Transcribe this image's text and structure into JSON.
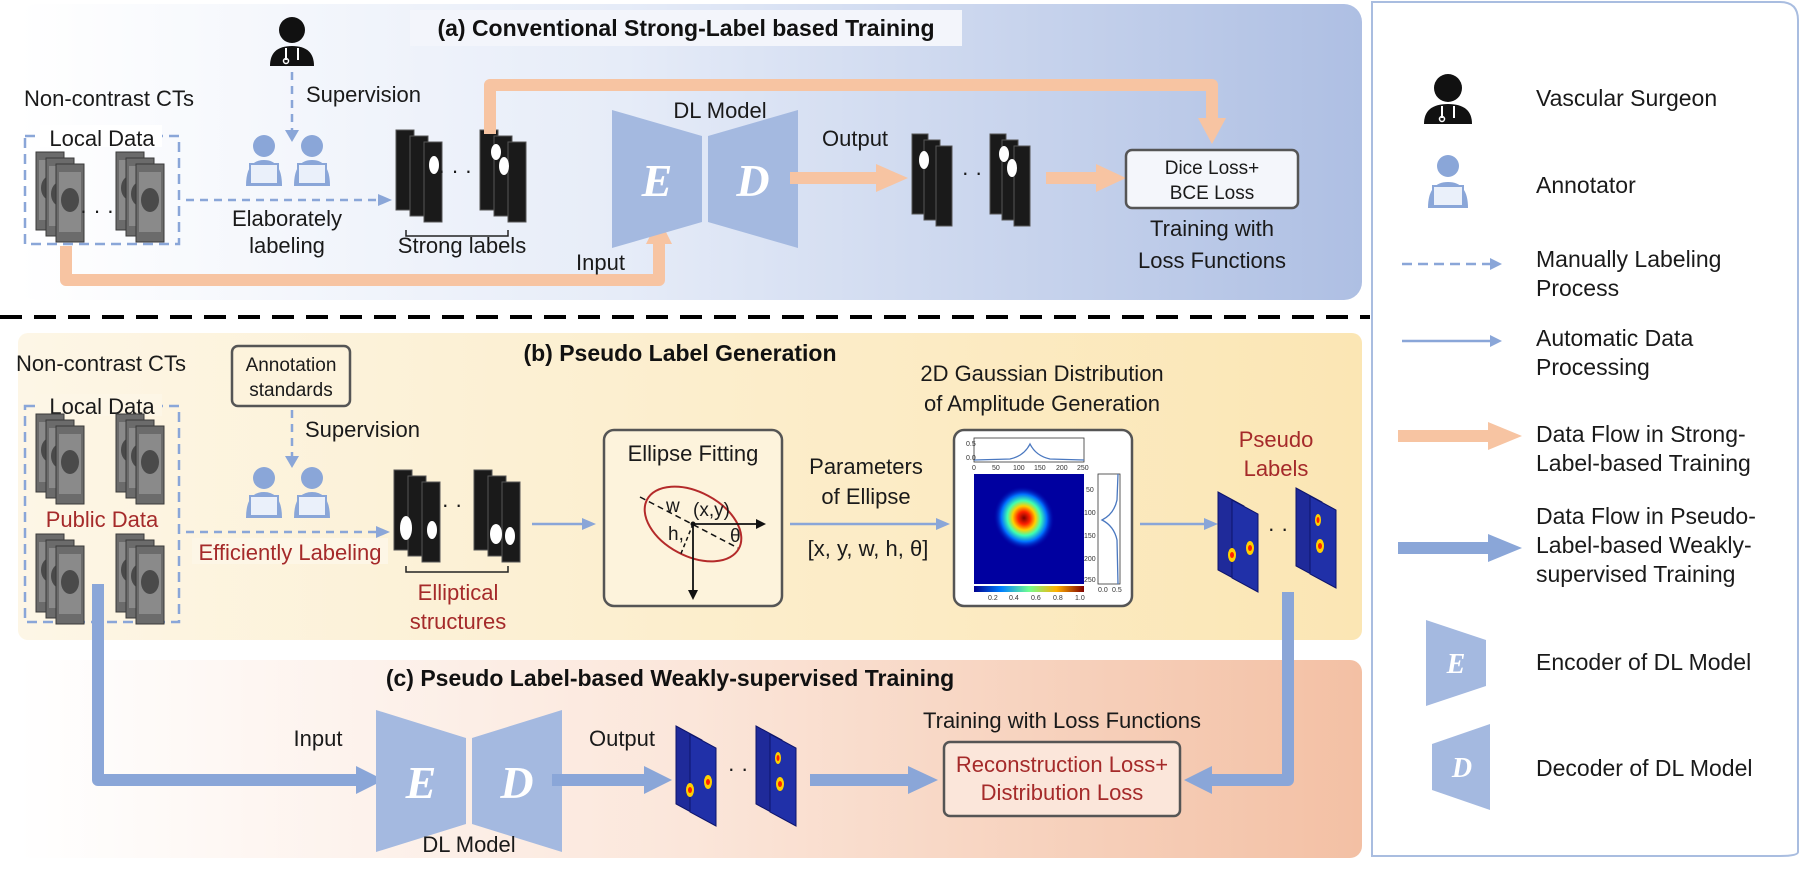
{
  "panels": {
    "a": {
      "title": "(a) Conventional Strong-Label based Training",
      "supervision": "Supervision",
      "labeling_line1": "Elaborately",
      "labeling_line2": "labeling",
      "ct_label": "Non-contrast CTs",
      "local_data": "Local Data",
      "strong_labels": "Strong labels",
      "input": "Input",
      "dl_model": "DL Model",
      "enc_letter": "E",
      "dec_letter": "D",
      "output": "Output",
      "loss_line1": "Dice Loss+",
      "loss_line2": "BCE Loss",
      "training_line1": "Training with",
      "training_line2": "Loss Functions"
    },
    "b": {
      "title": "(b) Pseudo Label Generation",
      "ct_label": "Non-contrast CTs",
      "standards_line1": "Annotation",
      "standards_line2": "standards",
      "supervision": "Supervision",
      "local_data": "Local Data",
      "public_data": "Public Data",
      "efficient_labeling": "Efficiently Labeling",
      "elliptical_line1": "Elliptical",
      "elliptical_line2": "structures",
      "ellipse_fitting": "Ellipse Fitting",
      "ellipse_w": "w",
      "ellipse_xy": "(x,y)",
      "ellipse_h": "h,",
      "ellipse_theta": "θ",
      "params_line1": "Parameters",
      "params_line2": "of Ellipse",
      "params_vector": "[x, y, w, h, θ]",
      "gaussian_line1": "2D Gaussian Distribution",
      "gaussian_line2": "of Amplitude Generation",
      "plot_tick_05": "0.5",
      "plot_tick_00": "0.0",
      "plot_x_0": "0",
      "plot_x_50": "50",
      "plot_x_100": "100",
      "plot_x_150": "150",
      "plot_x_200": "200",
      "plot_x_250": "250",
      "plot_y_50": "50",
      "plot_y_100": "100",
      "plot_y_150": "150",
      "plot_y_200": "200",
      "plot_y_250": "250",
      "plot_side_00": "0.0",
      "plot_side_05": "0.5",
      "plot_cb_02": "0.2",
      "plot_cb_04": "0.4",
      "plot_cb_06": "0.6",
      "plot_cb_08": "0.8",
      "plot_cb_10": "1.0",
      "pseudo_line1": "Pseudo",
      "pseudo_line2": "Labels"
    },
    "c": {
      "title": "(c) Pseudo Label-based Weakly-supervised Training",
      "input": "Input",
      "enc_letter": "E",
      "dec_letter": "D",
      "dl_model": "DL Model",
      "output": "Output",
      "training": "Training with Loss Functions",
      "loss_line1": "Reconstruction Loss+",
      "loss_line2": "Distribution Loss"
    }
  },
  "legend": {
    "surgeon": "Vascular Surgeon",
    "annotator": "Annotator",
    "manual_line1": "Manually Labeling",
    "manual_line2": "Process",
    "auto_line1": "Automatic Data",
    "auto_line2": "Processing",
    "strong_line1": "Data Flow in Strong-",
    "strong_line2": "Label-based Training",
    "pseudo_line1": "Data Flow in Pseudo-",
    "pseudo_line2": "Label-based Weakly-",
    "pseudo_line3": "supervised Training",
    "enc_letter": "E",
    "dec_letter": "D",
    "encoder": "Encoder of DL Model",
    "decoder": "Decoder of DL Model"
  },
  "colors": {
    "manual_flow": "#8aa6d8",
    "strong_flow": "#f7c4a2",
    "pseudo_flow": "#8aa6d8",
    "model_block": "#a4b9e0",
    "highlight_text": "#a52a2a"
  },
  "icons": [
    "surgeon-icon",
    "annotator-icon",
    "encoder-icon",
    "decoder-icon"
  ]
}
